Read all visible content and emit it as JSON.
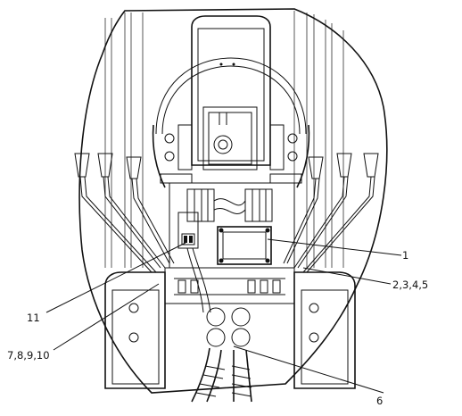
{
  "callouts": [
    {
      "id": "c1",
      "text": "1"
    },
    {
      "id": "c2",
      "text": "2,3,4,5"
    },
    {
      "id": "c11",
      "text": "11"
    },
    {
      "id": "c7",
      "text": "7,8,9,10"
    },
    {
      "id": "c6",
      "text": "6"
    }
  ]
}
